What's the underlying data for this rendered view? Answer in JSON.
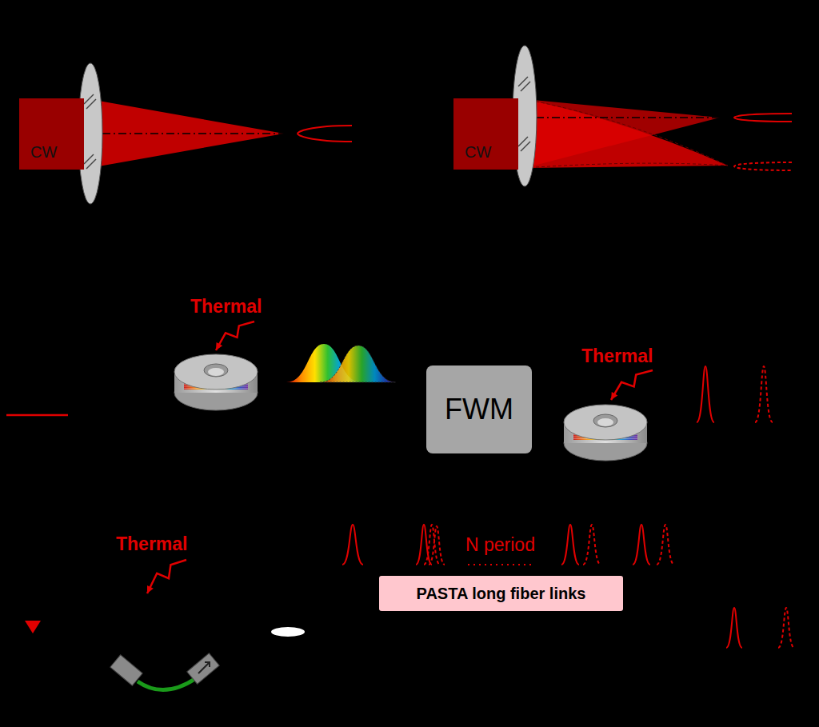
{
  "diagram": {
    "nodes": [
      {
        "text": [
          "CW"
        ]
      },
      {
        "text": [
          "CW"
        ]
      },
      {
        "text": [
          "FWM"
        ]
      },
      {
        "text": [
          "PASTA long fiber links"
        ]
      }
    ],
    "labels": [
      "Thermal",
      "Thermal",
      "Thermal",
      "N period"
    ]
  }
}
